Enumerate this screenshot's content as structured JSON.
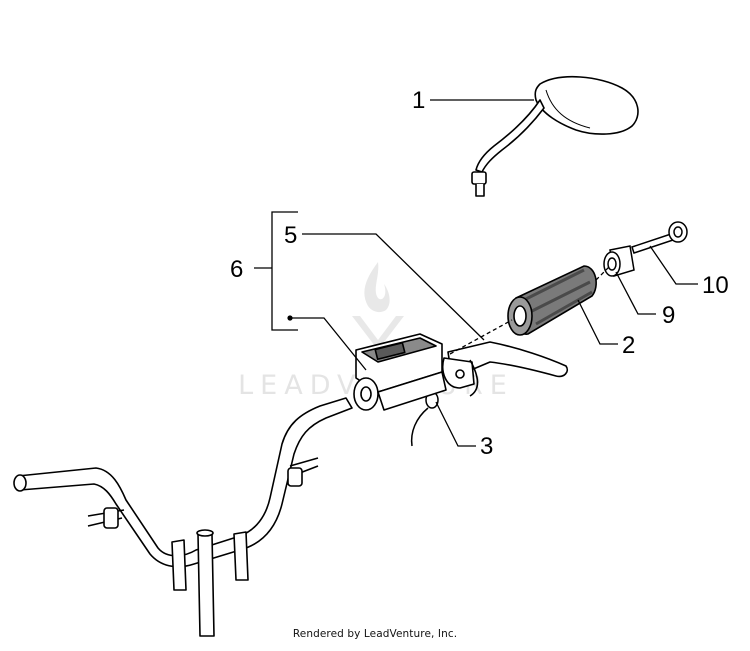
{
  "diagram": {
    "callouts": {
      "mirror": "1",
      "grip": "2",
      "switch": "3",
      "lever": "5",
      "assembly": "6",
      "spacer": "9",
      "screw": "10"
    },
    "watermark": "LEADVENTURE",
    "footer": "Rendered by LeadVenture, Inc."
  }
}
